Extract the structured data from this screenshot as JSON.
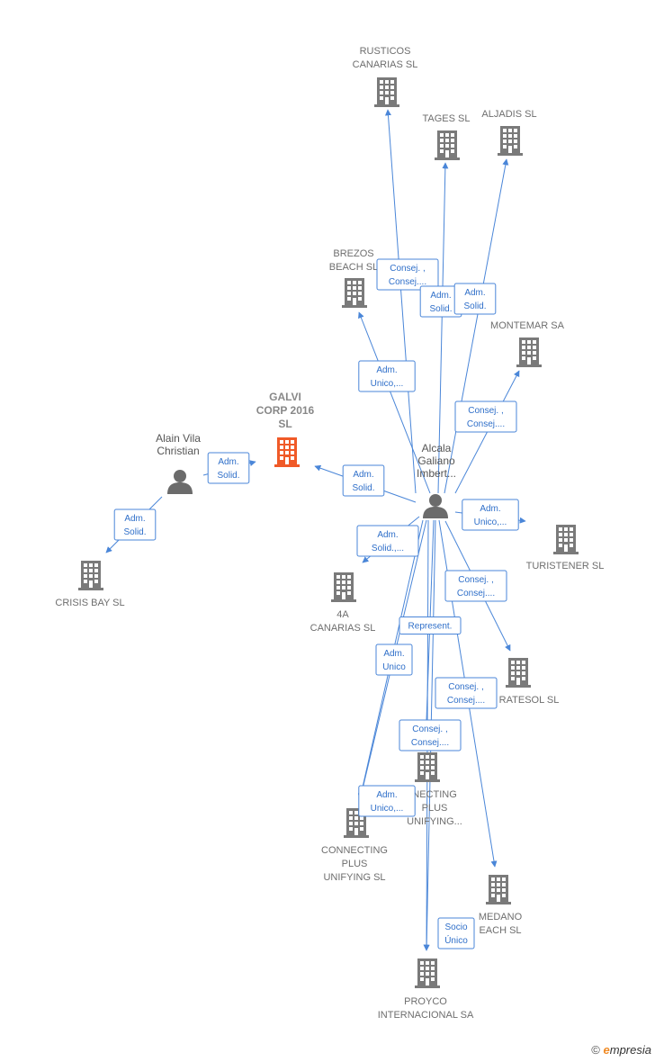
{
  "colors": {
    "edge": "#4a86d8",
    "building": "#7a7a7a",
    "highlight": "#f05a28",
    "person": "#6b6b6b"
  },
  "nodes": [
    {
      "id": "rusticos",
      "kind": "company",
      "label": [
        "RUSTICOS",
        "CANARIAS SL"
      ]
    },
    {
      "id": "tages",
      "kind": "company",
      "label": [
        "TAGES SL"
      ]
    },
    {
      "id": "aljadis",
      "kind": "company",
      "label": [
        "ALJADIS SL"
      ]
    },
    {
      "id": "brezos",
      "kind": "company",
      "label": [
        "BREZOS",
        "BEACH SL"
      ]
    },
    {
      "id": "montemar",
      "kind": "company",
      "label": [
        "MONTEMAR SA"
      ]
    },
    {
      "id": "galvi",
      "kind": "company",
      "highlight": true,
      "label": [
        "GALVI",
        "CORP 2016",
        "SL"
      ]
    },
    {
      "id": "alain",
      "kind": "person",
      "label": [
        "Alain Vila",
        "Christian"
      ]
    },
    {
      "id": "alcala",
      "kind": "person",
      "label": [
        "Alcala",
        "Galiano",
        "Imbert..."
      ]
    },
    {
      "id": "turistener",
      "kind": "company",
      "label": [
        "TURISTENER SL"
      ]
    },
    {
      "id": "crisis",
      "kind": "company",
      "label": [
        "CRISIS BAY  SL"
      ]
    },
    {
      "id": "canarias4a",
      "kind": "company",
      "label": [
        "4A",
        "CANARIAS SL"
      ]
    },
    {
      "id": "ratesol",
      "kind": "company",
      "label": [
        "RATESOL SL"
      ]
    },
    {
      "id": "connecting1",
      "kind": "company",
      "label": [
        "NECTING",
        "PLUS",
        "UNIFYING..."
      ]
    },
    {
      "id": "connecting2",
      "kind": "company",
      "label": [
        "CONNECTING",
        "PLUS",
        "UNIFYING  SL"
      ]
    },
    {
      "id": "medano",
      "kind": "company",
      "label": [
        "MEDANO",
        "EACH SL"
      ]
    },
    {
      "id": "proyco",
      "kind": "company",
      "label": [
        "PROYCO",
        "INTERNACIONAL SA"
      ]
    }
  ],
  "edges": [
    {
      "id": "e-rusticos",
      "label": [
        "Consej. ,",
        "Consej...."
      ]
    },
    {
      "id": "e-tages",
      "label": [
        "Adm.",
        "Solid."
      ]
    },
    {
      "id": "e-aljadis",
      "label": [
        "Adm.",
        "Solid."
      ]
    },
    {
      "id": "e-brezos",
      "label": [
        "Adm.",
        "Unico,..."
      ]
    },
    {
      "id": "e-montemar",
      "label": [
        "Consej. ,",
        "Consej...."
      ]
    },
    {
      "id": "e-galvi-alcala",
      "label": [
        "Adm.",
        "Solid."
      ]
    },
    {
      "id": "e-galvi-alain",
      "label": [
        "Adm.",
        "Solid."
      ]
    },
    {
      "id": "e-crisis",
      "label": [
        "Adm.",
        "Solid."
      ]
    },
    {
      "id": "e-turistener",
      "label": [
        "Adm.",
        "Unico,..."
      ]
    },
    {
      "id": "e-4a",
      "label": [
        "Adm.",
        "Solid.,..."
      ]
    },
    {
      "id": "e-ratesol",
      "label": [
        "Consej. ,",
        "Consej...."
      ]
    },
    {
      "id": "e-proyco",
      "label": [
        "Represent."
      ]
    },
    {
      "id": "e-connecting2",
      "label": [
        "Adm.",
        "Unico"
      ]
    },
    {
      "id": "e-medano",
      "label": [
        "Consej. ,",
        "Consej...."
      ]
    },
    {
      "id": "e-connecting1",
      "label": [
        "Consej. ,",
        "Consej...."
      ]
    },
    {
      "id": "e-connecting2b",
      "label": [
        "Adm.",
        "Unico,..."
      ]
    },
    {
      "id": "e-socio",
      "label": [
        "Socio",
        "Único"
      ]
    }
  ],
  "footer": {
    "copyright": "©",
    "brand_e": "e",
    "brand_rest": "mpresia"
  }
}
